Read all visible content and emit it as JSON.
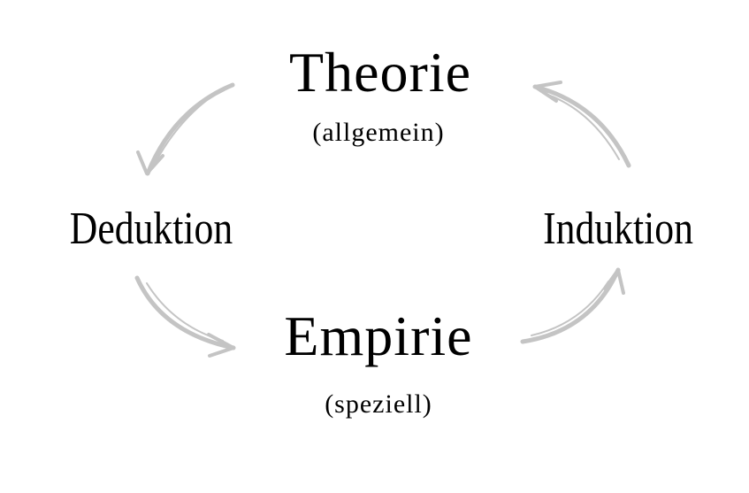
{
  "theory": {
    "title": "Theorie",
    "subtitle": "(allgemein)"
  },
  "empiricism": {
    "title": "Empirie",
    "subtitle": "(speziell)"
  },
  "left_process": "Deduktion",
  "right_process": "Induktion",
  "colors": {
    "text": "#000000",
    "arrow": "#c4c4c4",
    "background": "#ffffff"
  }
}
